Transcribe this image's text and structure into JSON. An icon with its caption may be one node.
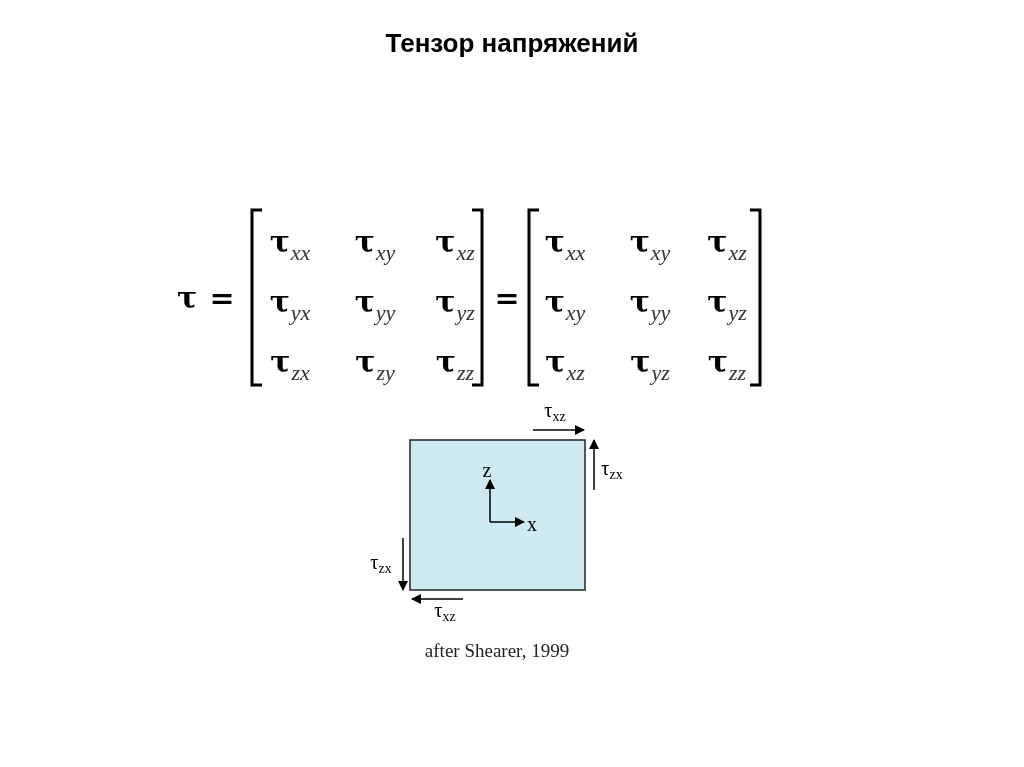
{
  "diagram": {
    "title": "Тензор напряжений",
    "caption": "after Shearer, 1999",
    "labels": [
      "τ",
      "=",
      "**τ**$_{xx}$",
      "**τ**$_{xy}$",
      "**τ**$_{xz}$",
      "**τ**$_{yx}$",
      "**τ**$_{yy}$",
      "**τ**$_{yz}$",
      "**τ**$_{zx}$",
      "**τ**$_{zy}$",
      "**τ**$_{zz}$",
      "=",
      "**τ**$_{xx}$",
      "**τ**$_{xy}$",
      "**τ**$_{xz}$",
      "**τ**$_{xy}$",
      "**τ**$_{yy}$",
      "**τ**$_{yz}$",
      "**τ**$_{xz}$",
      "**τ**$_{yz}$",
      "**τ**$_{zz}$",
      "τ$_{xz}$",
      "z",
      "τ$_{zx}$",
      "x",
      "τ$_{zx}$",
      "τ$_{xz}$"
    ]
  }
}
